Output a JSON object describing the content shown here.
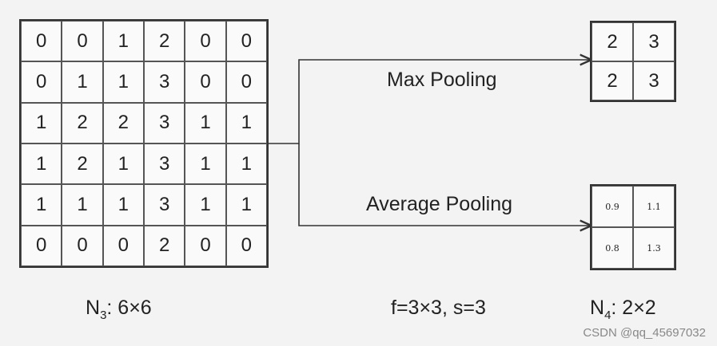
{
  "input_matrix": {
    "rows": [
      [
        "0",
        "0",
        "1",
        "2",
        "0",
        "0"
      ],
      [
        "0",
        "1",
        "1",
        "3",
        "0",
        "0"
      ],
      [
        "1",
        "2",
        "2",
        "3",
        "1",
        "1"
      ],
      [
        "1",
        "2",
        "1",
        "3",
        "1",
        "1"
      ],
      [
        "1",
        "1",
        "1",
        "3",
        "1",
        "1"
      ],
      [
        "0",
        "0",
        "0",
        "2",
        "0",
        "0"
      ]
    ],
    "caption_main": "N",
    "caption_sub": "3",
    "caption_rest": ": 6×6"
  },
  "max_pooling": {
    "label": "Max Pooling",
    "rows": [
      [
        "2",
        "3"
      ],
      [
        "2",
        "3"
      ]
    ]
  },
  "average_pooling": {
    "label": "Average Pooling",
    "rows": [
      [
        "0.9",
        "1.1"
      ],
      [
        "0.8",
        "1.3"
      ]
    ]
  },
  "params": "f=3×3, s=3",
  "output_caption": {
    "main": "N",
    "sub": "4",
    "rest": ": 2×2"
  },
  "watermark": "CSDN @qq_45697032"
}
